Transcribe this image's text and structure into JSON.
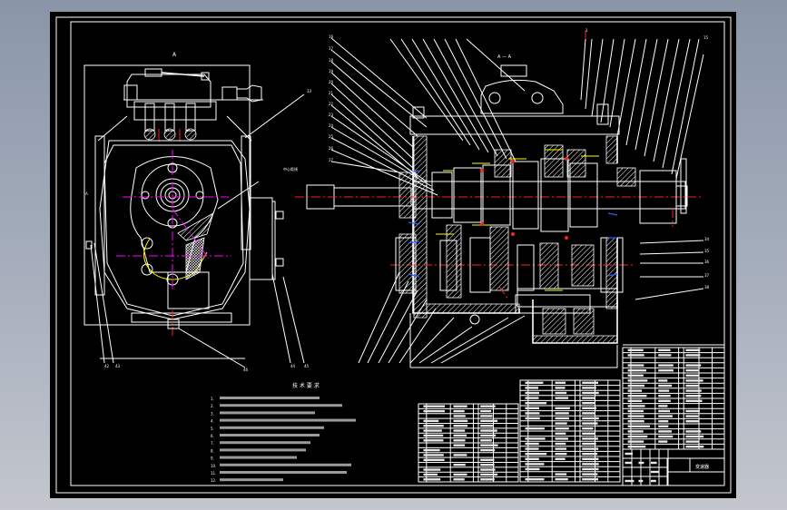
{
  "drawing": {
    "type": "CAD assembly drawing",
    "subject": "gearbox / transmission assembly",
    "background": "#000000",
    "views": [
      {
        "id": "end-view",
        "label": "A"
      },
      {
        "id": "section-view",
        "label": "A - A"
      }
    ],
    "section_label": "A — A",
    "view_label": "A",
    "technical_requirements": {
      "title": "技 术 要 求",
      "items": [
        "1.",
        "2.",
        "3.",
        "4.",
        "5.",
        "6.",
        "7.",
        "8.",
        "9.",
        "10.",
        "11.",
        "12."
      ]
    },
    "title_block": {
      "drawing_name": "变速器",
      "note": "illegible CAD text in parts list and title block"
    },
    "parts_list_tables": 3,
    "line_colors": {
      "outline": "#ffffff",
      "center_line": "#ff2020",
      "center_line_alt": "#ff00ff",
      "gear_pitch": "#ffff00",
      "bearing_marks": "#2b5cff"
    }
  }
}
